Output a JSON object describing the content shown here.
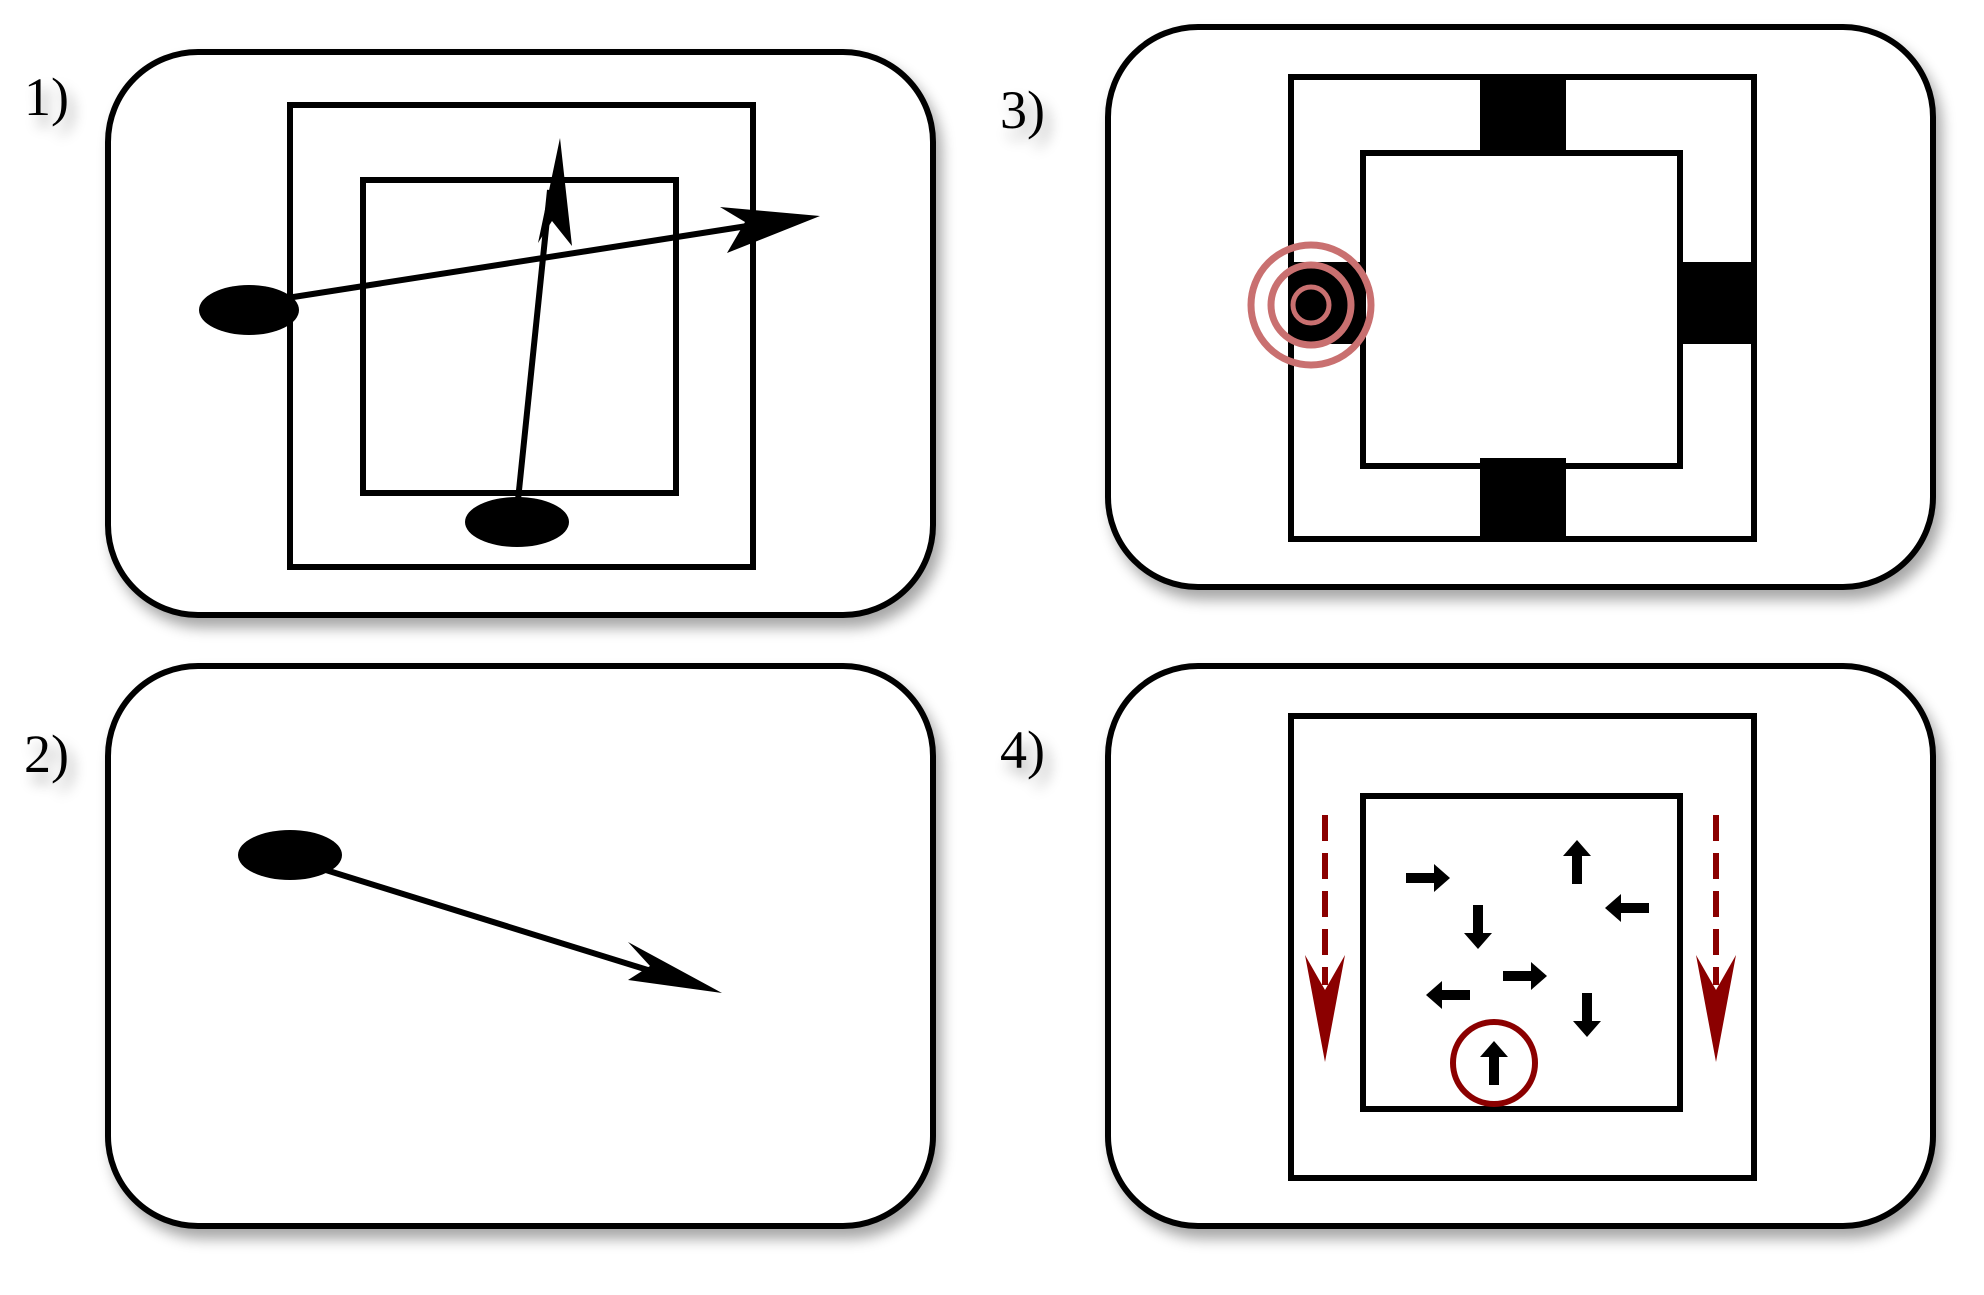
{
  "panels": [
    {
      "label": "1)"
    },
    {
      "label": "2)"
    },
    {
      "label": "3)"
    },
    {
      "label": "4)"
    }
  ],
  "colors": {
    "stroke": "#000000",
    "accent_ring": "#c9706f",
    "accent_dark_red": "#8b0000",
    "shadow": "#9a9a9a",
    "background": "#ffffff"
  },
  "icons": {
    "particle": "ellipse-blob",
    "trajectory": "arrow",
    "emission": "concentric-rings",
    "flow": "dashed-arrow",
    "molecule": "small-arrow"
  }
}
